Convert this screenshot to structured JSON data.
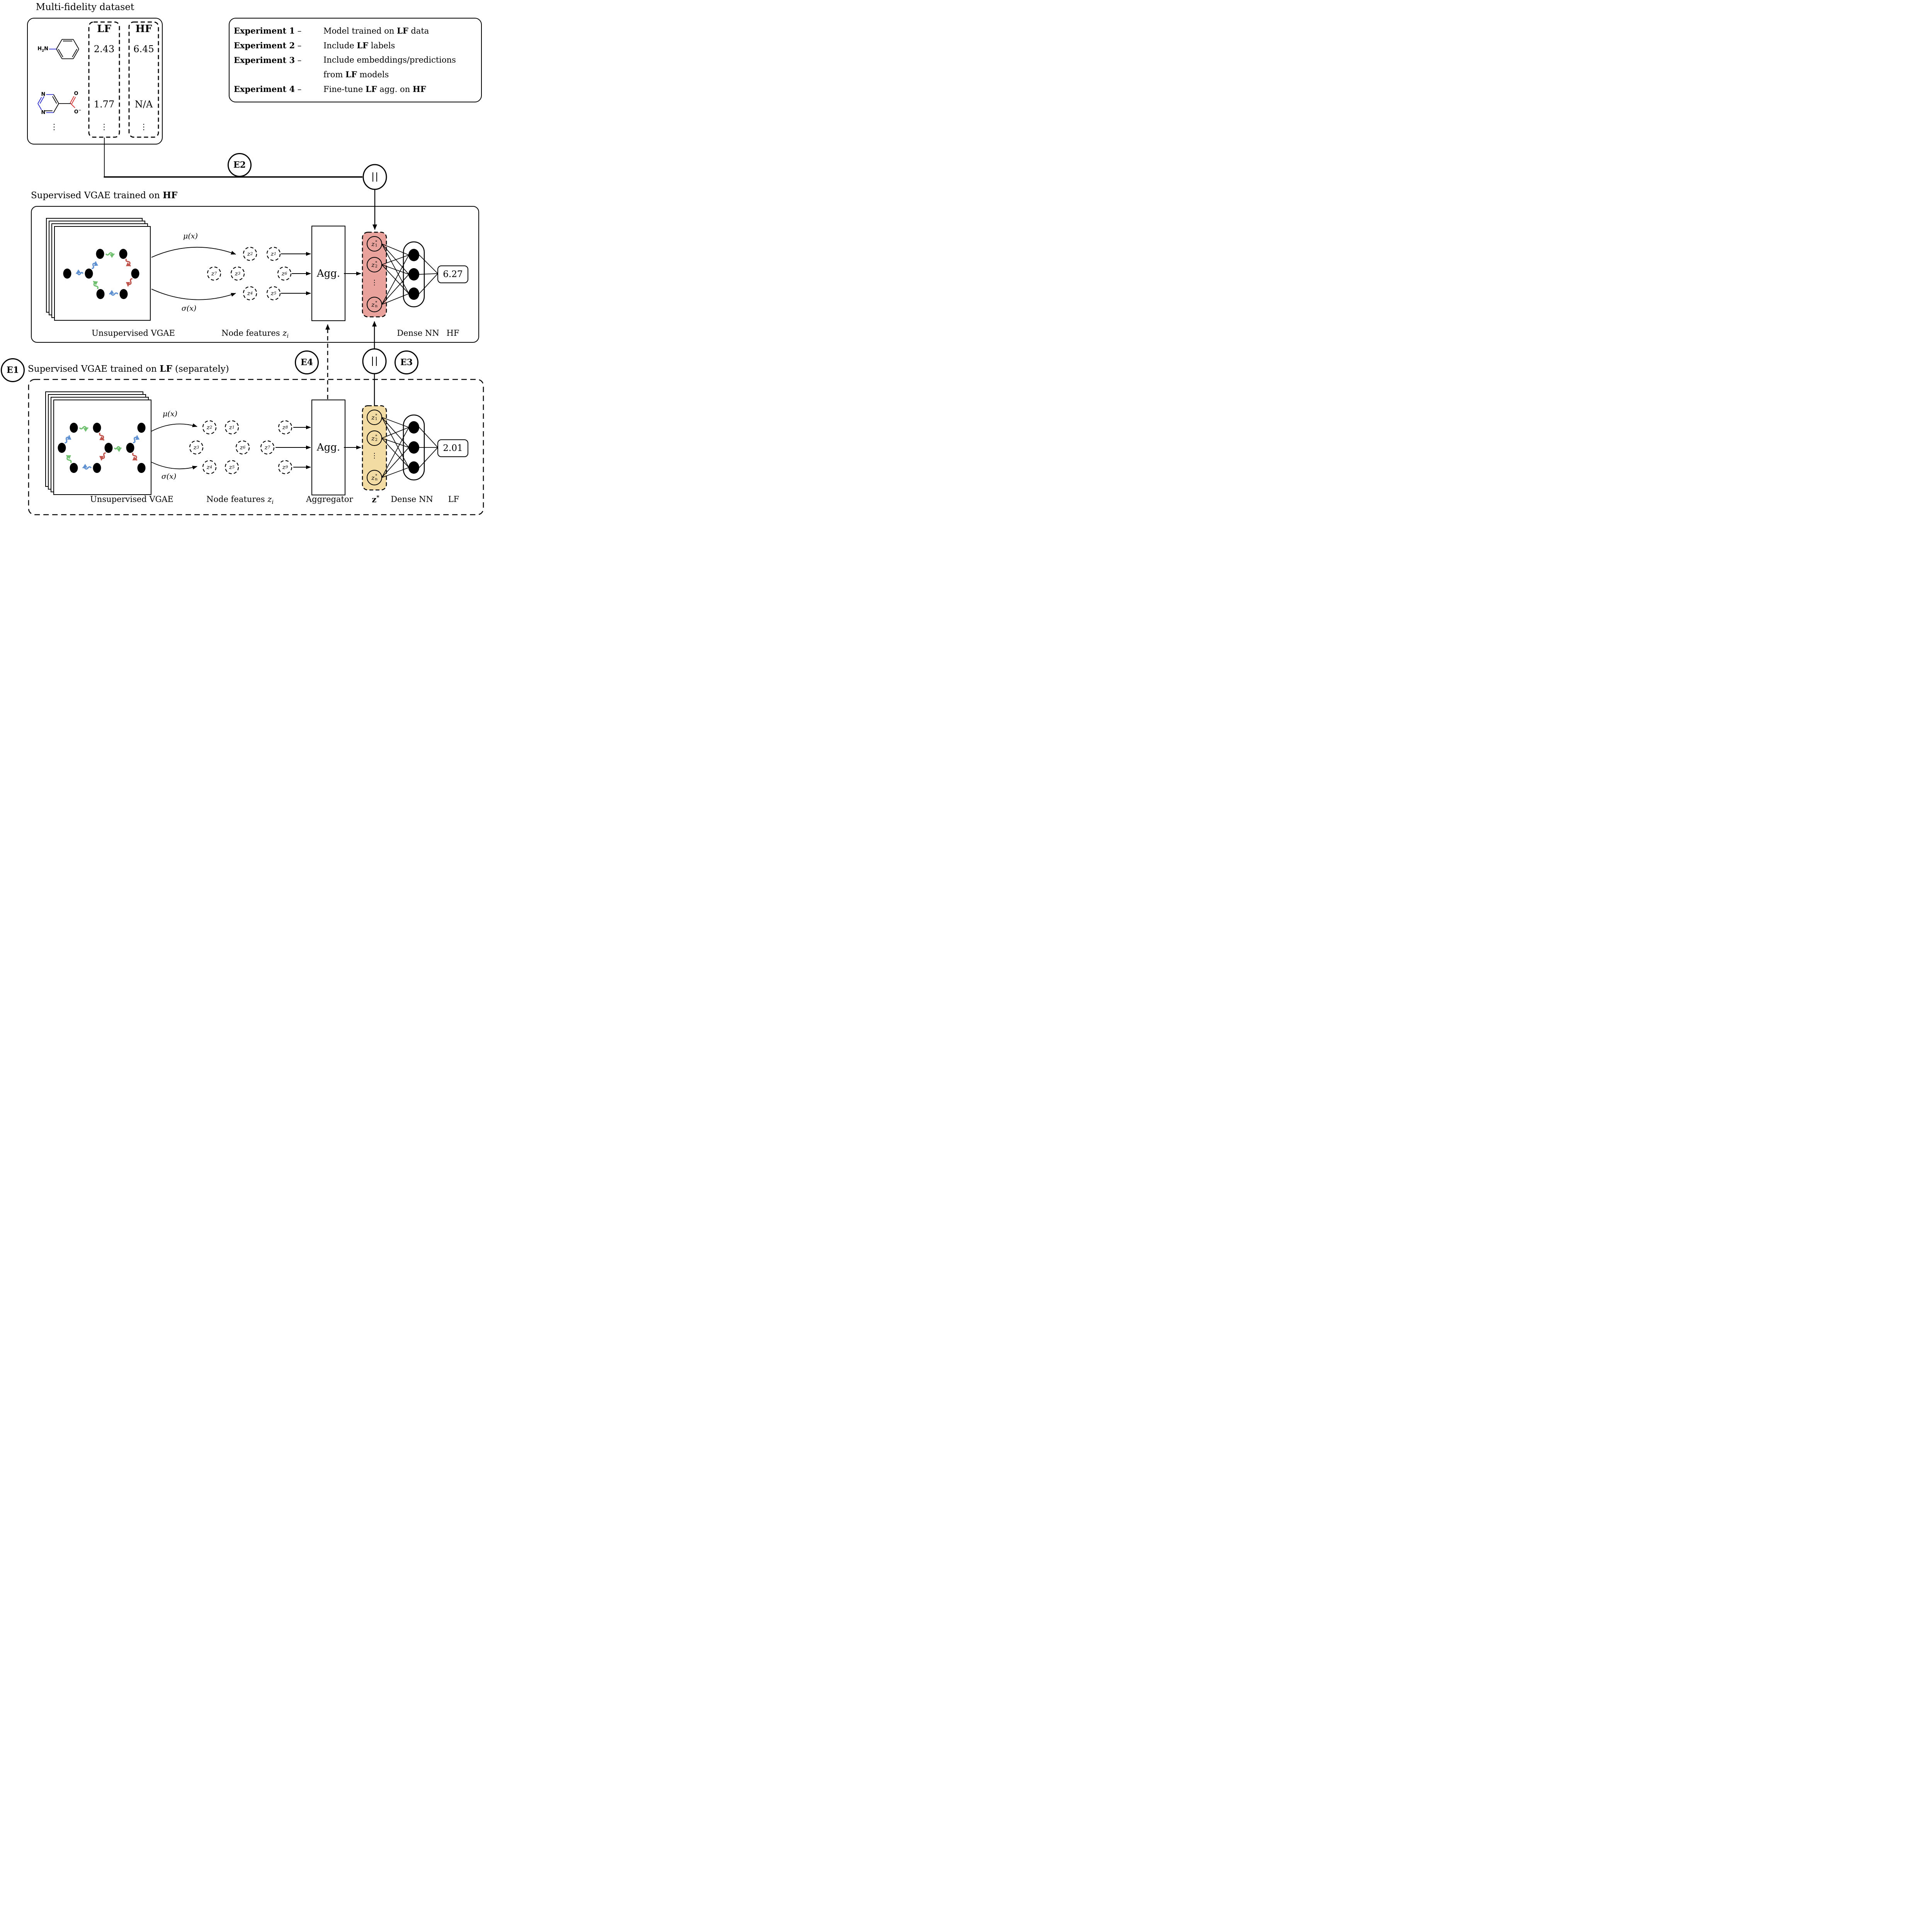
{
  "palette": {
    "hf_zbox_fill": "#E9A39C",
    "lf_zbox_fill": "#F3DCA3",
    "edge_green": "#6EC06E",
    "edge_red": "#C0544C",
    "edge_blue": "#5E90D2",
    "atom_blue": "#2525CF",
    "atom_red": "#D01F1F"
  },
  "dataset": {
    "title": "Multi-fidelity dataset",
    "molecules": [
      {
        "icon": "aniline-molecule",
        "amine_runs": [
          {
            "t": "H"
          },
          {
            "t": "2",
            "sub": true
          },
          {
            "t": "N"
          }
        ]
      },
      {
        "icon": "pyrimidine-carboxylate-molecule",
        "n_top": "N",
        "n_bottom": "N",
        "o_double": "O",
        "o_minus_runs": [
          {
            "t": "O"
          },
          {
            "t": "−",
            "sup": true
          }
        ]
      }
    ],
    "row_ellipsis": "⋮",
    "columns": [
      {
        "header": "LF",
        "values": [
          "2.43",
          "1.77"
        ],
        "ellipsis": "⋮"
      },
      {
        "header": "HF",
        "values": [
          "6.45",
          "N/A"
        ],
        "ellipsis": "⋮"
      }
    ]
  },
  "experiments": {
    "items": [
      {
        "label_runs": [
          {
            "t": "Experiment 1",
            "b": true
          },
          {
            "t": " – "
          }
        ],
        "desc_runs": [
          {
            "t": "Model trained on "
          },
          {
            "t": "LF",
            "b": true
          },
          {
            "t": " data"
          }
        ]
      },
      {
        "label_runs": [
          {
            "t": "Experiment 2",
            "b": true
          },
          {
            "t": " – "
          }
        ],
        "desc_runs": [
          {
            "t": "Include "
          },
          {
            "t": "LF",
            "b": true
          },
          {
            "t": " labels"
          }
        ]
      },
      {
        "label_runs": [
          {
            "t": "Experiment 3",
            "b": true
          },
          {
            "t": " – "
          }
        ],
        "desc_runs": [
          {
            "t": "Include embeddings/predictions"
          },
          {
            "br": true
          },
          {
            "t": "from "
          },
          {
            "t": "LF",
            "b": true
          },
          {
            "t": " models"
          }
        ]
      },
      {
        "label_runs": [
          {
            "t": "Experiment 4",
            "b": true
          },
          {
            "t": " – "
          }
        ],
        "desc_runs": [
          {
            "t": "Fine-tune "
          },
          {
            "t": "LF",
            "b": true
          },
          {
            "t": " agg. on "
          },
          {
            "t": "HF",
            "b": true
          }
        ]
      }
    ]
  },
  "connectors": {
    "e1": "E1",
    "e2": "E2",
    "e3": "E3",
    "e4": "E4",
    "concat_symbol": "‖"
  },
  "hf_section": {
    "title_runs": [
      {
        "t": "Supervised VGAE trained on "
      },
      {
        "t": "HF",
        "b": true
      }
    ],
    "unsupervised_label": "Unsupervised VGAE",
    "node_features_runs": [
      {
        "t": "Node features "
      },
      {
        "t": "z",
        "i": true
      },
      {
        "t": "i",
        "i": true,
        "sub": true
      }
    ],
    "mu_label": "μ(x)",
    "sigma_label": "σ(x)",
    "agg_label": "Agg.",
    "znode_subs": [
      "2",
      "1",
      "7",
      "3",
      "6",
      "4",
      "5"
    ],
    "zstar_subs": [
      "1",
      "2",
      "n"
    ],
    "zstar_ellipsis": "⋮",
    "graph_edge_colors": [
      "green",
      "red",
      "red",
      "blue",
      "green",
      "blue",
      "blue"
    ],
    "dense_nn_label": "Dense NN",
    "fidelity_label": "HF",
    "output_value": "6.27"
  },
  "lf_section": {
    "title_runs": [
      {
        "t": "Supervised VGAE trained on "
      },
      {
        "t": "LF",
        "b": true
      },
      {
        "t": " (separately)"
      }
    ],
    "unsupervised_label": "Unsupervised VGAE",
    "node_features_runs": [
      {
        "t": "Node features "
      },
      {
        "t": "z",
        "i": true
      },
      {
        "t": "i",
        "i": true,
        "sub": true
      }
    ],
    "mu_label": "μ(x)",
    "sigma_label": "σ(x)",
    "agg_label": "Agg.",
    "aggregator_label": "Aggregator",
    "zstar_label_runs": [
      {
        "t": "z",
        "b": true
      },
      {
        "t": "*",
        "b": true,
        "sup": true
      }
    ],
    "znode_subs": [
      "2",
      "1",
      "8",
      "3",
      "6",
      "7",
      "4",
      "5",
      "9"
    ],
    "zstar_subs": [
      "1",
      "2",
      "n"
    ],
    "zstar_ellipsis": "⋮",
    "graph_edge_colors": [
      "blue",
      "green",
      "red",
      "green",
      "blue",
      "red",
      "red",
      "blue",
      "green"
    ],
    "dense_nn_label": "Dense NN",
    "fidelity_label": "LF",
    "output_value": "2.01"
  }
}
